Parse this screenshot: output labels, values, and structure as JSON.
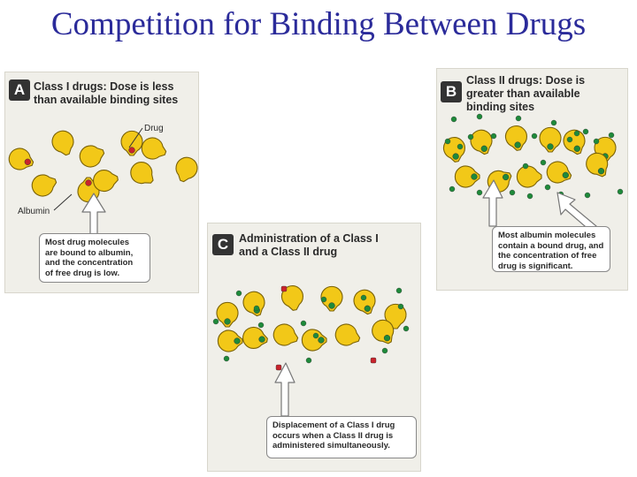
{
  "slide": {
    "title": "Competition for Binding Between Drugs"
  },
  "panel_a": {
    "badge": "A",
    "heading_lines": [
      "Class I drugs:  Dose is less",
      "than available binding sites"
    ],
    "drug_label": "Drug",
    "albumin_label": "Albumin",
    "callout_lines": [
      "Most drug molecules",
      "are bound to albumin,",
      "and the concentration",
      "of free drug is low."
    ]
  },
  "panel_b": {
    "badge": "B",
    "heading_lines": [
      "Class II drugs:  Dose is",
      "greater than available",
      "binding sites"
    ],
    "callout_lines": [
      "Most albumin molecules",
      "contain a bound drug, and",
      "the concentration of free",
      "drug is significant."
    ]
  },
  "panel_c": {
    "badge": "C",
    "heading_lines": [
      "Administration of a Class I",
      "and a Class II drug"
    ],
    "callout_lines": [
      "Displacement of a Class I drug",
      "occurs when a Class II drug is",
      "administered simultaneously."
    ]
  },
  "colors": {
    "title": "#2b2b9a",
    "albumin_fill": "#f2c818",
    "albumin_stroke": "#7a6208",
    "class_i_drug": "#c8232c",
    "class_ii_drug": "#1e8a3a",
    "panel_bg": "#f0efe9"
  }
}
